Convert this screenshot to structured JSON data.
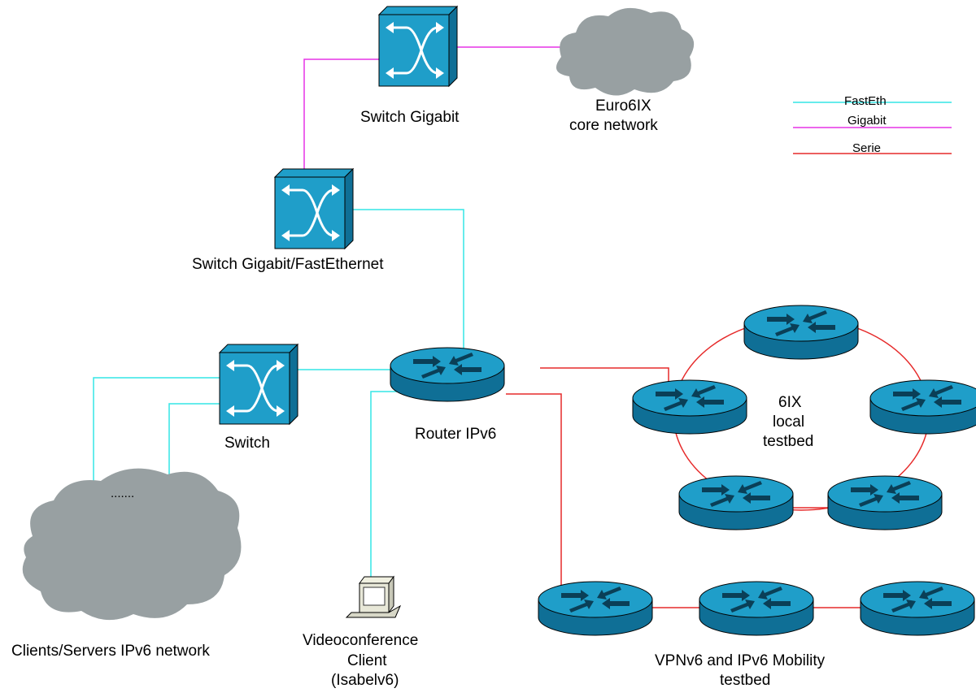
{
  "colors": {
    "fastethernet": "#33e6e6",
    "gigabit": "#e633e6",
    "serial": "#e62a2a",
    "device_top": "#1f9ec9",
    "device_side": "#0f6f96",
    "device_dark": "#0a4a66",
    "cloud": "#98a0a2"
  },
  "legend": {
    "fastethernet": "FastEth",
    "gigabit": "Gigabit",
    "serial": "Serie"
  },
  "labels": {
    "switch_gigabit": "Switch Gigabit",
    "euro6ix_line1": "Euro6IX",
    "euro6ix_line2": "core network",
    "switch_gb_fe": "Switch Gigabit/FastEthernet",
    "switch": "Switch",
    "router_ipv6": "Router IPv6",
    "dots": ".......",
    "clients": "Clients/Servers IPv6 network",
    "video_line1": "Videoconference",
    "video_line2": "Client",
    "video_line3": "(Isabelv6)",
    "local_line1": "6IX",
    "local_line2": "local",
    "local_line3": "testbed",
    "vpn_line1": "VPNv6  and IPv6 Mobility",
    "vpn_line2": "testbed"
  }
}
